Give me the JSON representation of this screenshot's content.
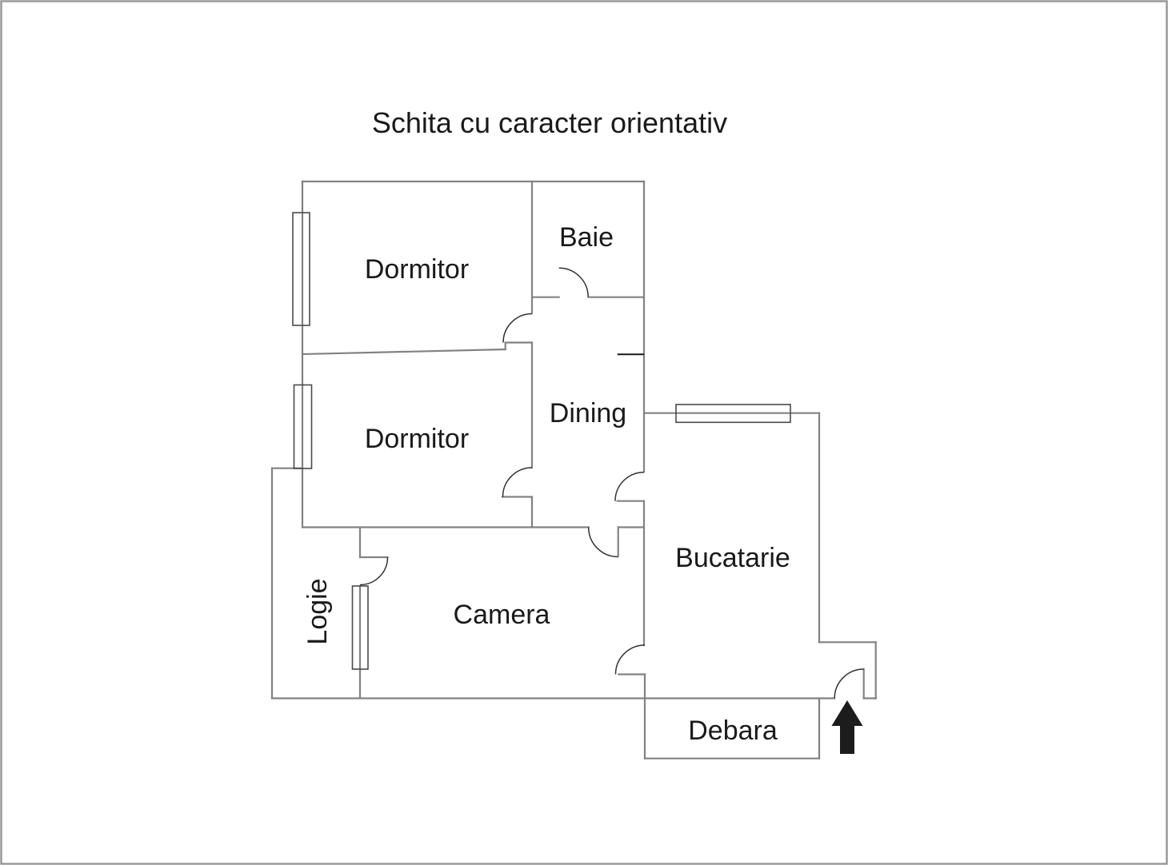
{
  "title": "Schita cu caracter orientativ",
  "rooms": [
    {
      "id": "dormitor-1",
      "label": "Dormitor"
    },
    {
      "id": "baie",
      "label": "Baie"
    },
    {
      "id": "dining",
      "label": "Dining"
    },
    {
      "id": "dormitor-2",
      "label": "Dormitor"
    },
    {
      "id": "bucatarie",
      "label": "Bucatarie"
    },
    {
      "id": "camera",
      "label": "Camera"
    },
    {
      "id": "logie",
      "label": "Logie"
    },
    {
      "id": "debara",
      "label": "Debara"
    }
  ],
  "icons": {
    "entrance_arrow": "up-arrow-entrance"
  },
  "colors": {
    "wall": "#828282",
    "detail": "#333333",
    "text": "#1a1a1a",
    "arrow": "#1c1c1c",
    "canvas_border": "#9a9a9a",
    "background": "#ffffff"
  }
}
